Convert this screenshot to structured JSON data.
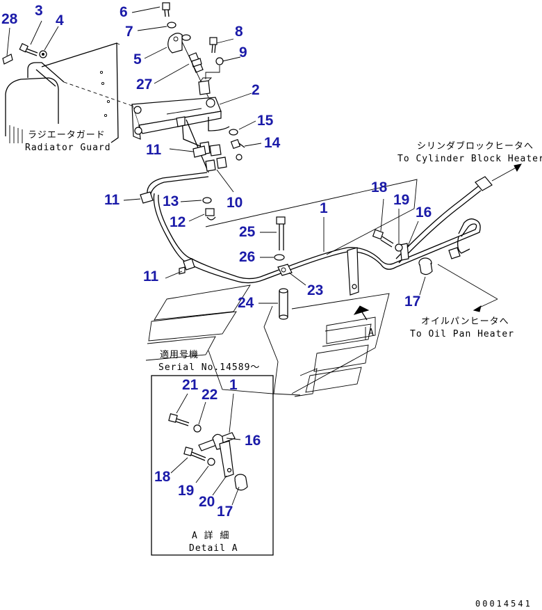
{
  "callouts": {
    "c28": "28",
    "c3": "3",
    "c4": "4",
    "c6": "6",
    "c7": "7",
    "c5": "5",
    "c27": "27",
    "c8": "8",
    "c9": "9",
    "c2": "2",
    "c15": "15",
    "c14": "14",
    "c11a": "11",
    "c11b": "11",
    "c11c": "11",
    "c13": "13",
    "c10": "10",
    "c12": "12",
    "c25": "25",
    "c1": "1",
    "c26": "26",
    "c23": "23",
    "c24": "24",
    "c18": "18",
    "c19": "19",
    "c16": "16",
    "c17": "17",
    "d21": "21",
    "d22": "22",
    "d1": "1",
    "d16": "16",
    "d18": "18",
    "d19": "19",
    "d20": "20",
    "d17": "17"
  },
  "notes": {
    "radiator_guard_jp": "ラジエータガード",
    "radiator_guard_en": "Radiator Guard",
    "cyl_heater_jp": "シリンダブロックヒータへ",
    "cyl_heater_en": "To Cylinder Block Heater",
    "oil_heater_jp": "オイルパンヒータへ",
    "oil_heater_en": "To Oil Pan Heater",
    "serial_jp": "適用号機",
    "serial_en": "Serial No.14589～",
    "view_a": "A",
    "detail_jp": "A 詳 細",
    "detail_en": "Detail A",
    "drawing_code": "00014541"
  }
}
